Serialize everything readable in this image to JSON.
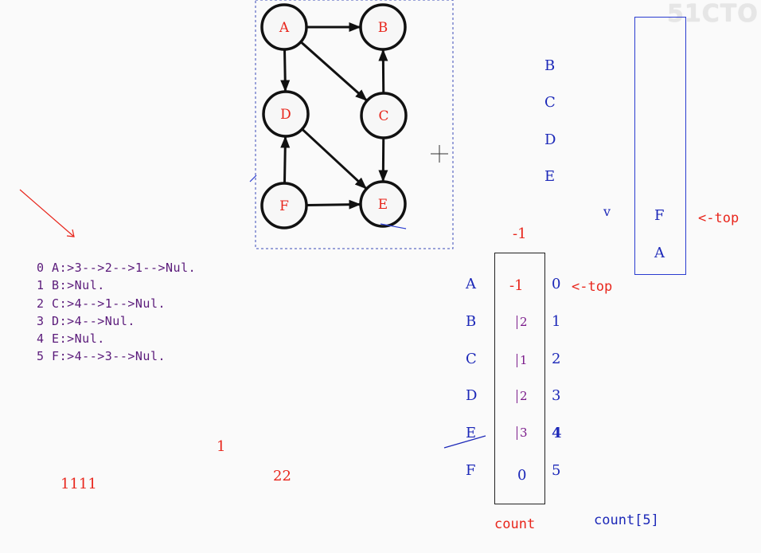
{
  "watermark": "51CTO",
  "graph": {
    "nodes": [
      {
        "id": "A",
        "label": "A"
      },
      {
        "id": "B",
        "label": "B"
      },
      {
        "id": "C",
        "label": "C"
      },
      {
        "id": "D",
        "label": "D"
      },
      {
        "id": "E",
        "label": "E"
      },
      {
        "id": "F",
        "label": "F"
      }
    ],
    "edges": [
      {
        "from": "A",
        "to": "B"
      },
      {
        "from": "A",
        "to": "C"
      },
      {
        "from": "A",
        "to": "D"
      },
      {
        "from": "C",
        "to": "B"
      },
      {
        "from": "C",
        "to": "E"
      },
      {
        "from": "D",
        "to": "E"
      },
      {
        "from": "F",
        "to": "D"
      },
      {
        "from": "F",
        "to": "E"
      }
    ]
  },
  "adjacency": [
    "0 A:>3-->2-->1-->Nul.",
    "1 B:>Nul.",
    "2 C:>4-->1-->Nul.",
    "3 D:>4-->Nul.",
    "4 E:>Nul.",
    "5 F:>4-->3-->Nul."
  ],
  "scratch": {
    "one": "1",
    "twentytwo": "22",
    "ones": "1111"
  },
  "queue_letters": [
    "B",
    "C",
    "D",
    "E"
  ],
  "above_count": "-1",
  "count_table": {
    "row_labels": [
      "A",
      "B",
      "C",
      "D",
      "E",
      "F"
    ],
    "values": [
      "-1",
      "2",
      "1",
      "2",
      "3",
      "0"
    ],
    "indices": [
      "0",
      "1",
      "2",
      "3",
      "4",
      "5"
    ],
    "top_marker": "<-top",
    "caption": "count",
    "count_ref": "count[5]"
  },
  "stack": {
    "v_label": "v",
    "items": [
      "F",
      "A"
    ],
    "top_marker": "<-top"
  }
}
